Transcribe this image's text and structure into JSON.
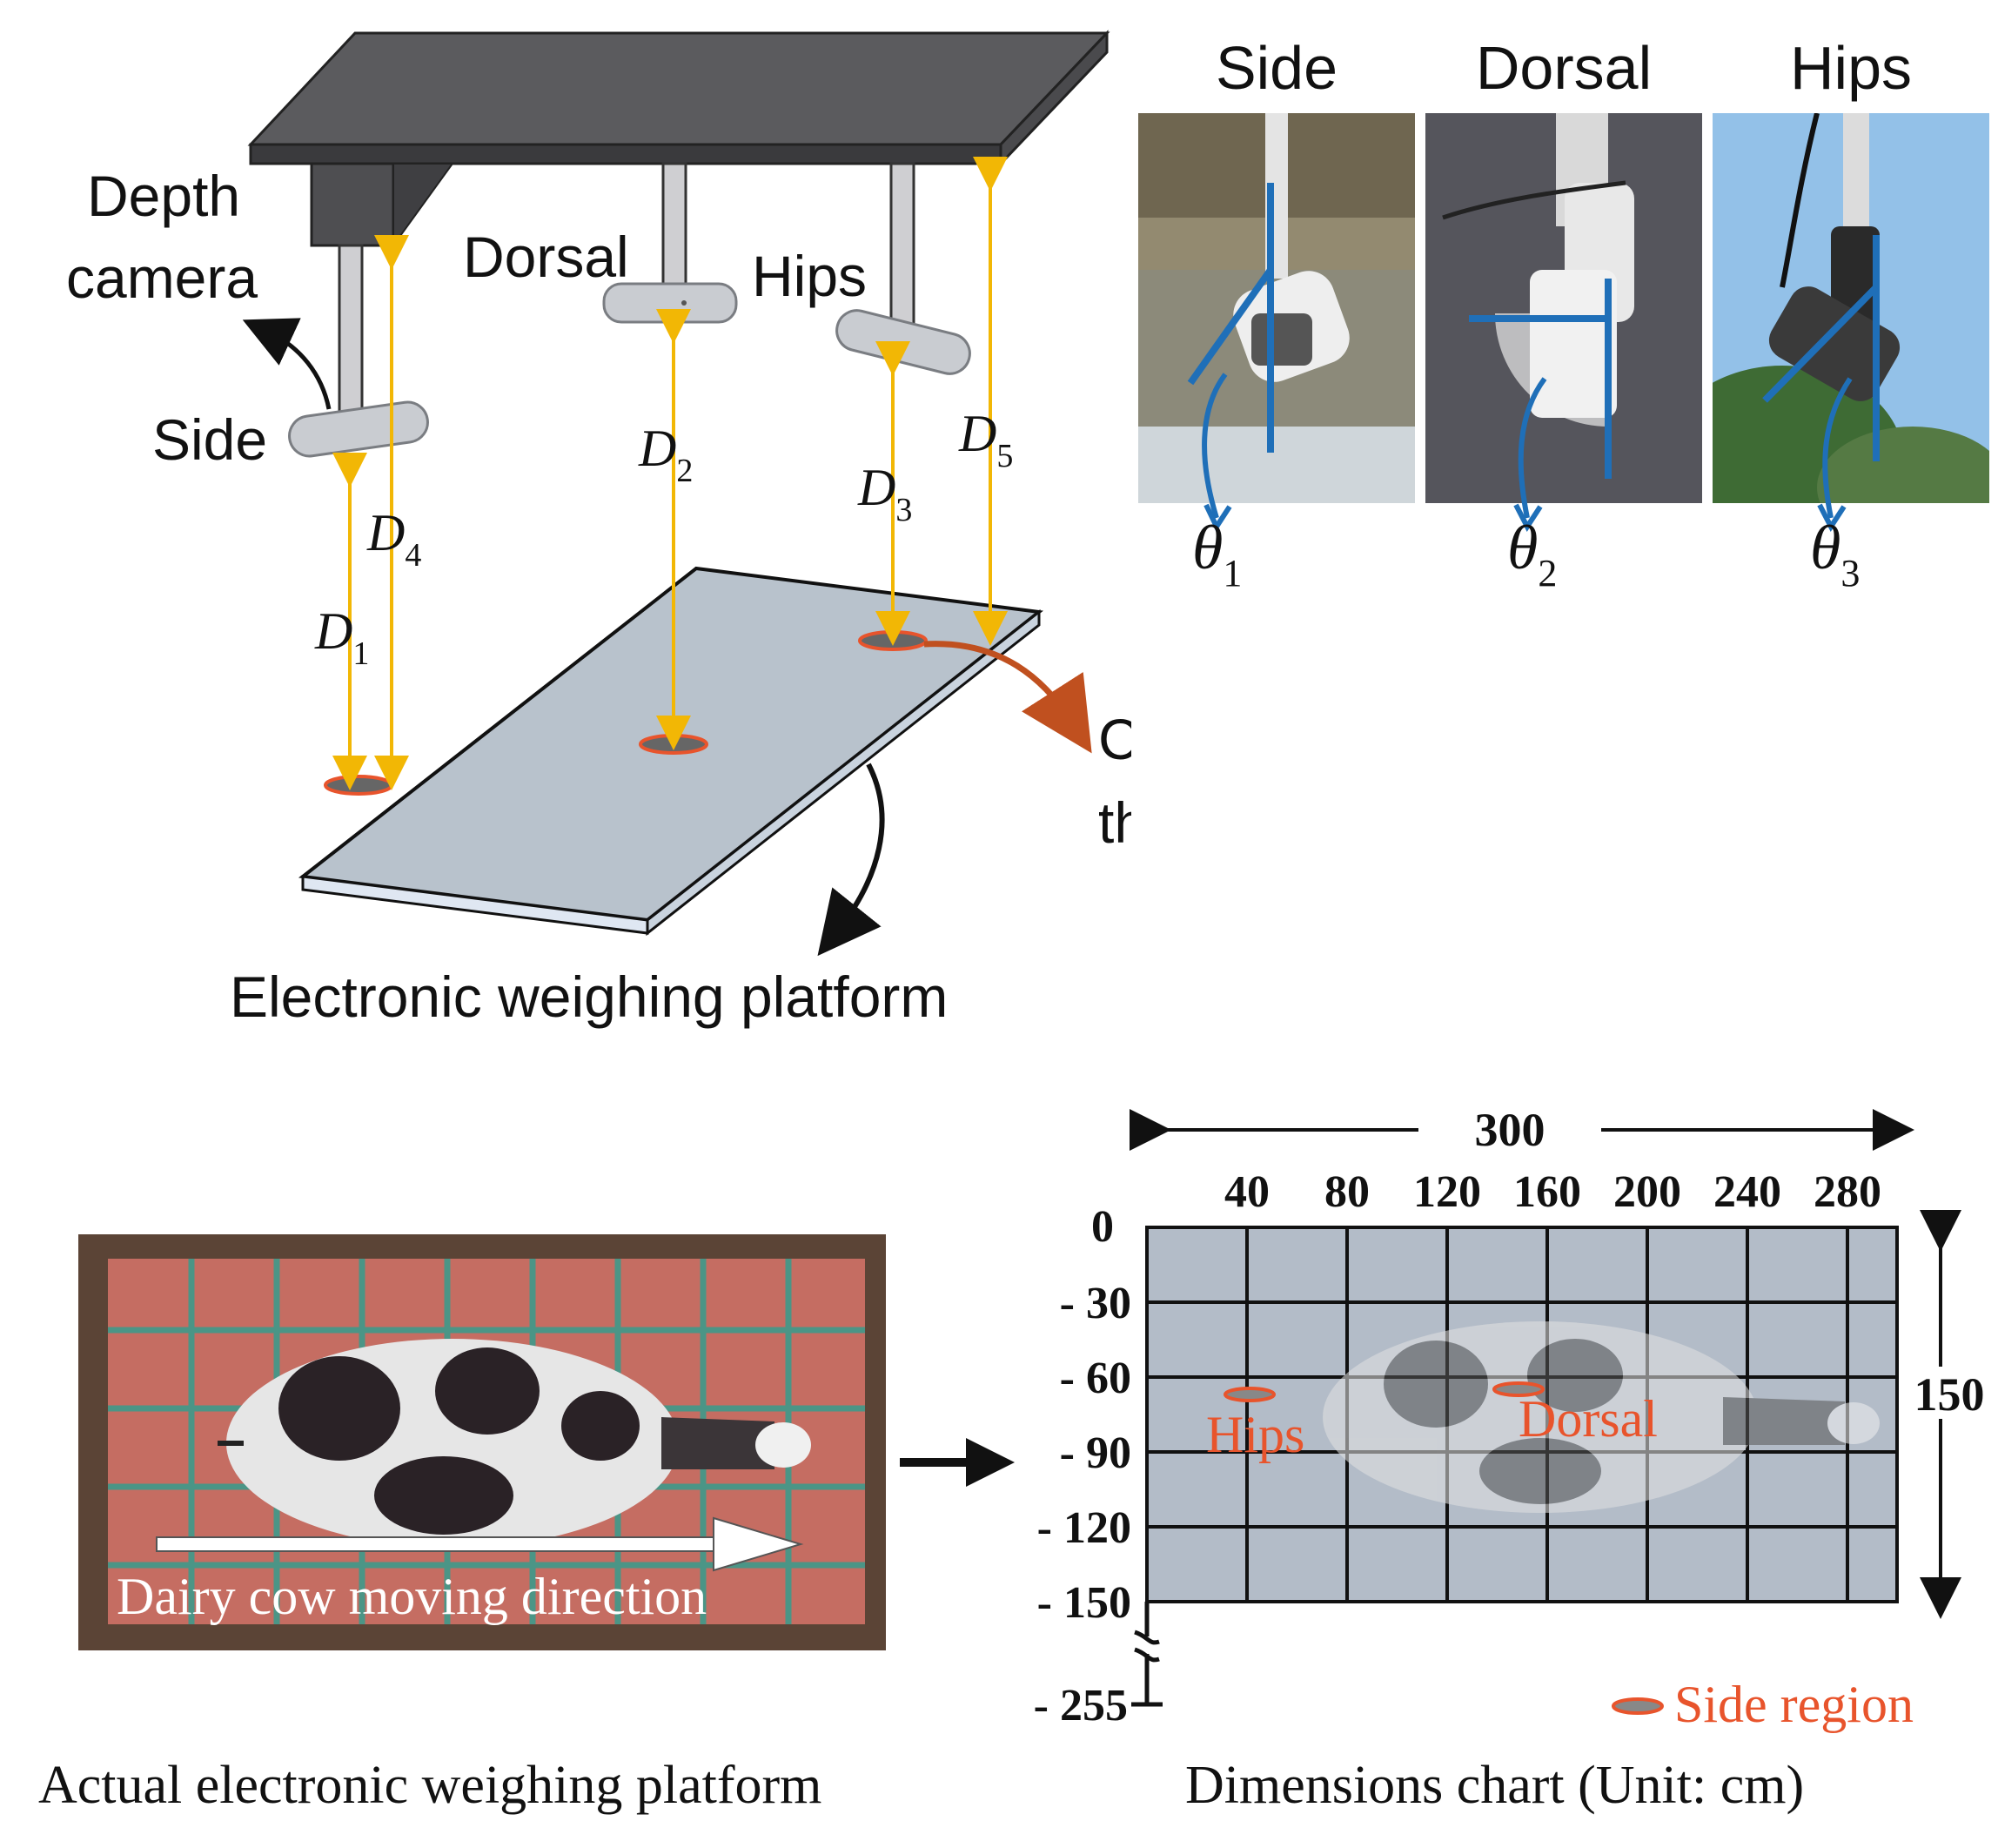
{
  "setup_diagram": {
    "camera_label_line1": "Depth",
    "camera_label_line2": "camera",
    "dorsal_label": "Dorsal",
    "hips_label": "Hips",
    "side_label": "Side",
    "distances": [
      {
        "letter": "D",
        "sub": "1"
      },
      {
        "letter": "D",
        "sub": "2"
      },
      {
        "letter": "D",
        "sub": "3"
      },
      {
        "letter": "D",
        "sub": "4"
      },
      {
        "letter": "D",
        "sub": "5"
      }
    ],
    "ground_note_line1": "Corresponds to",
    "ground_note_line2": "the ground position",
    "platform_label": "Electronic weighing platform",
    "colors": {
      "frame": "#5b5b5e",
      "frame_dark": "#3a3a3d",
      "platform": "#b8c2cc",
      "arrow": "#f2b705",
      "marker": "#e8542c",
      "note_arrow": "#c0501f"
    }
  },
  "camera_photos": {
    "titles": [
      "Side",
      "Dorsal",
      "Hips"
    ],
    "angles": [
      {
        "symbol": "θ",
        "sub": "1"
      },
      {
        "symbol": "θ",
        "sub": "2"
      },
      {
        "symbol": "θ",
        "sub": "3"
      }
    ],
    "line_color": "#1f6fb8"
  },
  "platform_photo": {
    "direction_label": "Dairy cow moving direction",
    "caption": "Actual electronic weighing platform"
  },
  "dimensions_chart": {
    "width_label": "300",
    "height_label": "150",
    "x_ticks": [
      "40",
      "80",
      "120",
      "160",
      "200",
      "240",
      "280"
    ],
    "y_ticks": [
      "0",
      "- 30",
      "- 60",
      "- 90",
      "- 120",
      "- 150"
    ],
    "y_extra_tick": "- 255",
    "region_labels": [
      "Hips",
      "Dorsal"
    ],
    "legend_label": "Side region",
    "caption": "Dimensions chart (Unit: cm)",
    "colors": {
      "grid_fill": "#b3bcc8",
      "grid_line": "#111111",
      "region": "#e8542c"
    }
  }
}
